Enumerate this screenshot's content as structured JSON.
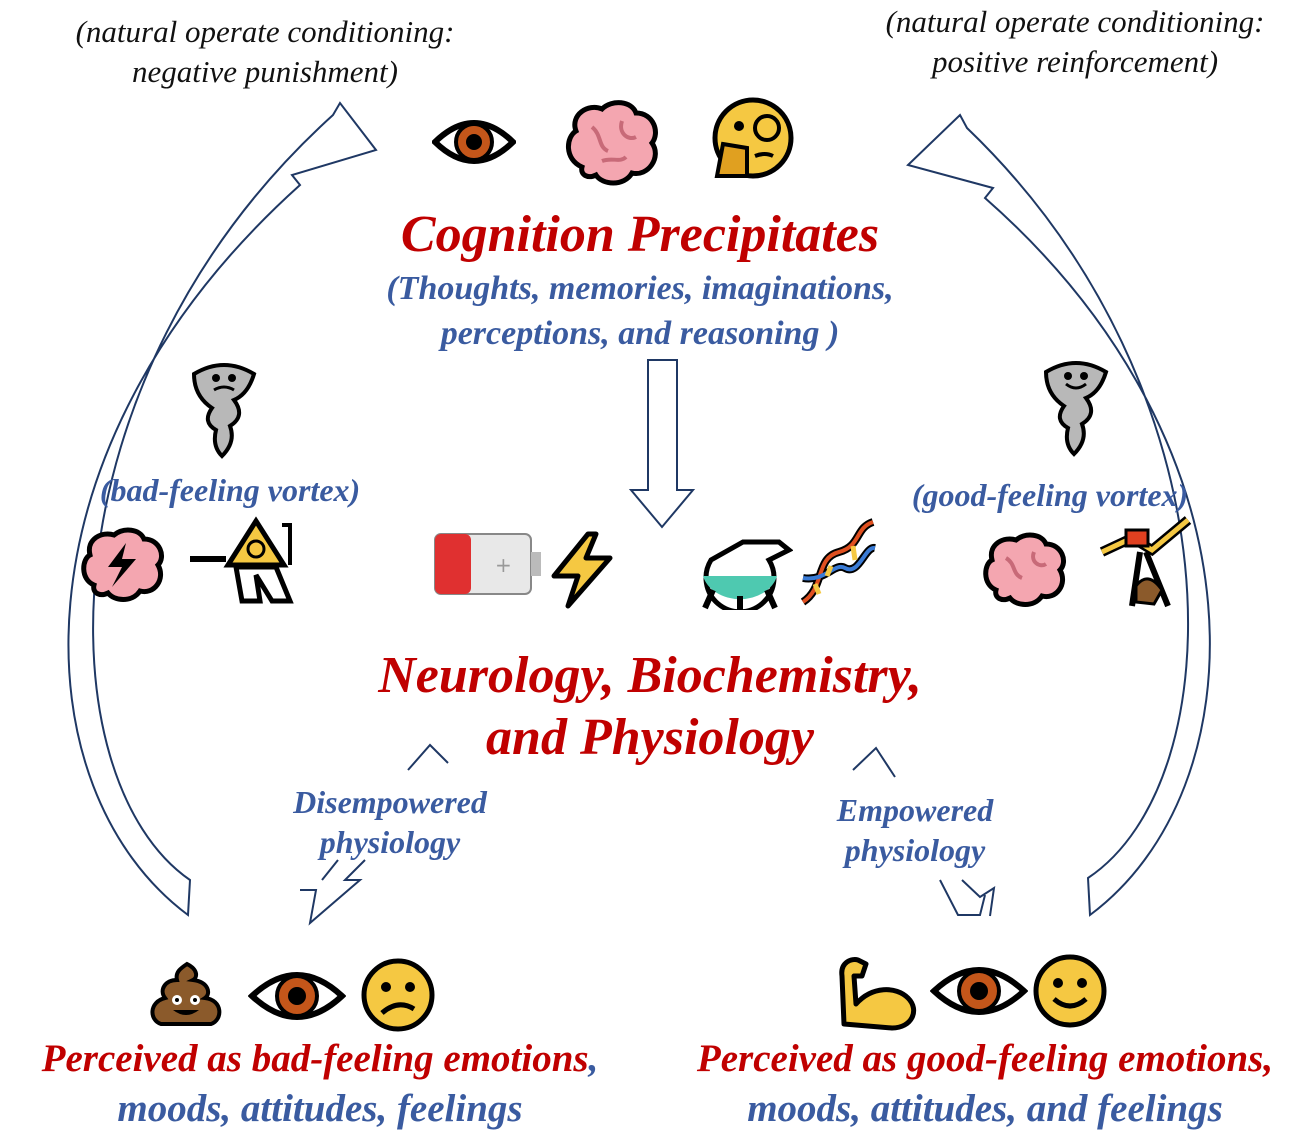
{
  "colors": {
    "heading": "#c00000",
    "subtext": "#3a5ba0",
    "arrow": "#1f3864",
    "note": "#111111"
  },
  "notes": {
    "left_line1": "(natural operate conditioning:",
    "left_line2": "negative punishment)",
    "right_line1": "(natural operate conditioning:",
    "right_line2": "positive reinforcement)"
  },
  "top": {
    "title": "Cognition Precipitates",
    "sub_line1": "(Thoughts, memories, imaginations,",
    "sub_line2": "perceptions, and reasoning )",
    "icons": [
      "eye-icon",
      "brain-icon",
      "thinking-face-monocle-icon"
    ]
  },
  "middle": {
    "title_line1": "Neurology, Biochemistry,",
    "title_line2": "and Physiology",
    "icons": [
      "battery-icon",
      "lightning-icon",
      "flask-icon",
      "dna-icon"
    ]
  },
  "left_vortex": {
    "label": "(bad-feeling vortex)",
    "icons": [
      "tornado-icon",
      "brain-lightning-icon",
      "biohazard-figure-icon"
    ]
  },
  "right_vortex": {
    "label": "(good-feeling vortex)",
    "icons": [
      "tornado-icon",
      "brain-icon",
      "cartwheel-person-icon"
    ]
  },
  "left_path": {
    "line1": "Disempowered",
    "line2": "physiology"
  },
  "right_path": {
    "line1": "Empowered",
    "line2": "physiology"
  },
  "bottom_left": {
    "line1": "Perceived as bad-feeling emotions",
    "line1_comma": ",",
    "line2": "moods, attitudes, feelings",
    "icons": [
      "poop-icon",
      "eye-icon",
      "frowning-face-icon"
    ]
  },
  "bottom_right": {
    "line1": "Perceived as good-feeling emotions,",
    "line2": "moods, attitudes, and feelings",
    "icons": [
      "flexed-biceps-icon",
      "eye-icon",
      "smiling-face-icon"
    ]
  }
}
